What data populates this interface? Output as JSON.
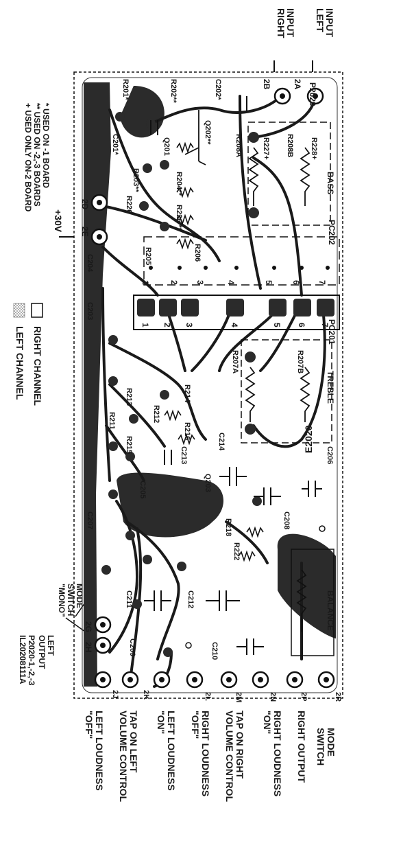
{
  "top_labels": {
    "left_input": [
      "LEFT",
      "INPUT"
    ],
    "right_input": [
      "RIGHT",
      "INPUT"
    ]
  },
  "left_notes": {
    "v30": "+30V",
    "note1": "* USED ON -1 BOARD",
    "note2": "** USED ON -2,-3 BOARDS",
    "note3": "+ USED ONLY ON-2 BOARD",
    "legend_right": "RIGHT CHANNEL",
    "legend_left": "LEFT CHANNEL",
    "mode_switch": [
      "MODE",
      "SWITCH",
      "\"MONO\""
    ],
    "left_output": [
      "LEFT",
      "OUTPUT"
    ],
    "board_id": [
      "P2020-1,-2,-3",
      "IL20208111A"
    ]
  },
  "bottom_labels": [
    [
      "MODE",
      "SWITCH"
    ],
    [
      "RIGHT OUTPUT"
    ],
    [
      "RIGHT LOUDNESS",
      "\"ON\""
    ],
    [
      "TAP ON RIGHT",
      "VOLUME CONTROL"
    ],
    [
      "RIGHT LOUDNESS",
      "\"OFF\""
    ],
    [
      "LEFT LOUDNESS",
      "\"ON\""
    ],
    [
      "TAP ON LEFT",
      "VOLUME CONTROL"
    ],
    [
      "LEFT LOUDNESS",
      "\"OFF\""
    ]
  ],
  "board": {
    "board_name": "P2020",
    "pads_top": [
      "2A",
      "2B"
    ],
    "pads_left": [
      "2D",
      "2E",
      "2G",
      "2H",
      "2J",
      "2K"
    ],
    "pads_bottom": [
      "2R",
      "2P",
      "2N",
      "2M",
      "2L"
    ],
    "bass": "BASS",
    "treble": "TREBLE",
    "balance": "BALANCE",
    "pc202": "PC202",
    "pc201": "PC201",
    "pin_numbers": [
      "1",
      "2",
      "3",
      "4",
      "5",
      "6",
      "7"
    ],
    "stamp": "E2020",
    "components": {
      "r208a": "R208A",
      "r208b": "R208B",
      "r227": "R227+",
      "r228": "R228+",
      "r207a": "R207A",
      "r207b": "R207B",
      "c202": "C202*",
      "q202": "Q202**",
      "r202": "R202**",
      "r201": "R201*",
      "c201": "C201*",
      "q201": "Q201",
      "r203": "R203**",
      "r204": "R204**",
      "r226a": "R226",
      "r226b": "R226 **",
      "r205": "R205",
      "r206": "R206",
      "c204": "C204",
      "c203": "C203",
      "r213": "R213",
      "r214": "R214",
      "r212": "R212",
      "r216": "R216",
      "r215": "R215",
      "r211": "R211",
      "c213": "C213",
      "c214": "C214",
      "c206": "C206",
      "c208": "C208",
      "r218": "R218",
      "r222": "R222",
      "c212": "C212",
      "c210": "C210",
      "c211": "C211",
      "c209": "C209",
      "c207": "C207",
      "q203": "Q203",
      "c205": "C205"
    }
  }
}
